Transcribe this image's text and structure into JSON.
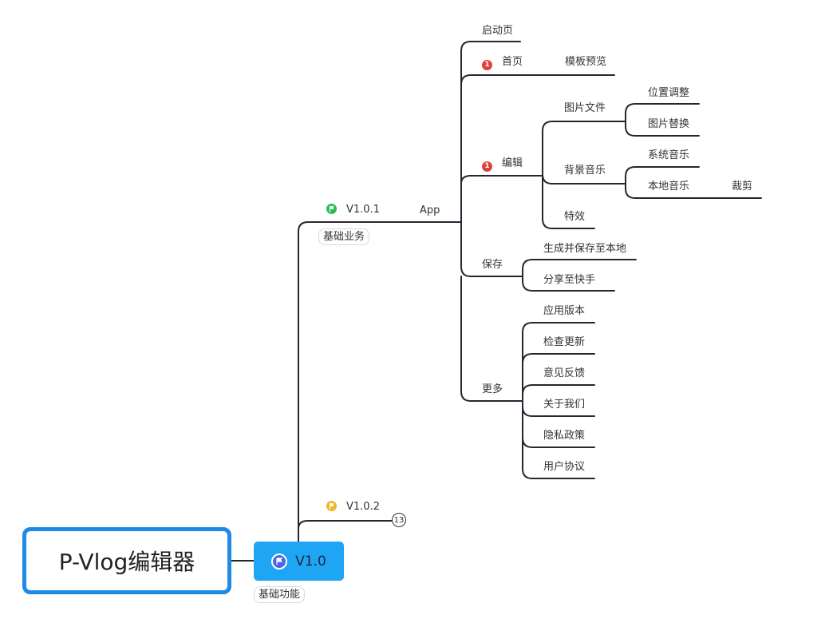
{
  "root": {
    "title": "P-Vlog编辑器"
  },
  "main": {
    "title": "V1.0",
    "label": "基础功能",
    "icon": "flag-icon"
  },
  "branch_v101": {
    "title": "V1.0.1",
    "label": "基础业务",
    "icon": "green-flag-icon"
  },
  "branch_v102": {
    "title": "V1.0.2",
    "collapsed_count": "13",
    "icon": "yellow-flag-icon"
  },
  "app": {
    "title": "App"
  },
  "startup": {
    "title": "启动页"
  },
  "home": {
    "title": "首页",
    "priority": "1",
    "child": "模板预览"
  },
  "edit": {
    "title": "编辑",
    "priority": "1",
    "image": {
      "title": "图片文件",
      "children": [
        "位置调整",
        "图片替换"
      ]
    },
    "music": {
      "title": "背景音乐",
      "system": "系统音乐",
      "local": "本地音乐",
      "local_child": "裁剪"
    },
    "effects": "特效"
  },
  "save": {
    "title": "保存",
    "children": [
      "生成并保存至本地",
      "分享至快手"
    ]
  },
  "more": {
    "title": "更多",
    "children": [
      "应用版本",
      "检查更新",
      "意见反馈",
      "关于我们",
      "隐私政策",
      "用户协议"
    ]
  },
  "colors": {
    "line": "#2b2430",
    "root_border": "#1e8ae6",
    "main_fill": "#1ea6f5",
    "priority": "#e0413a"
  }
}
